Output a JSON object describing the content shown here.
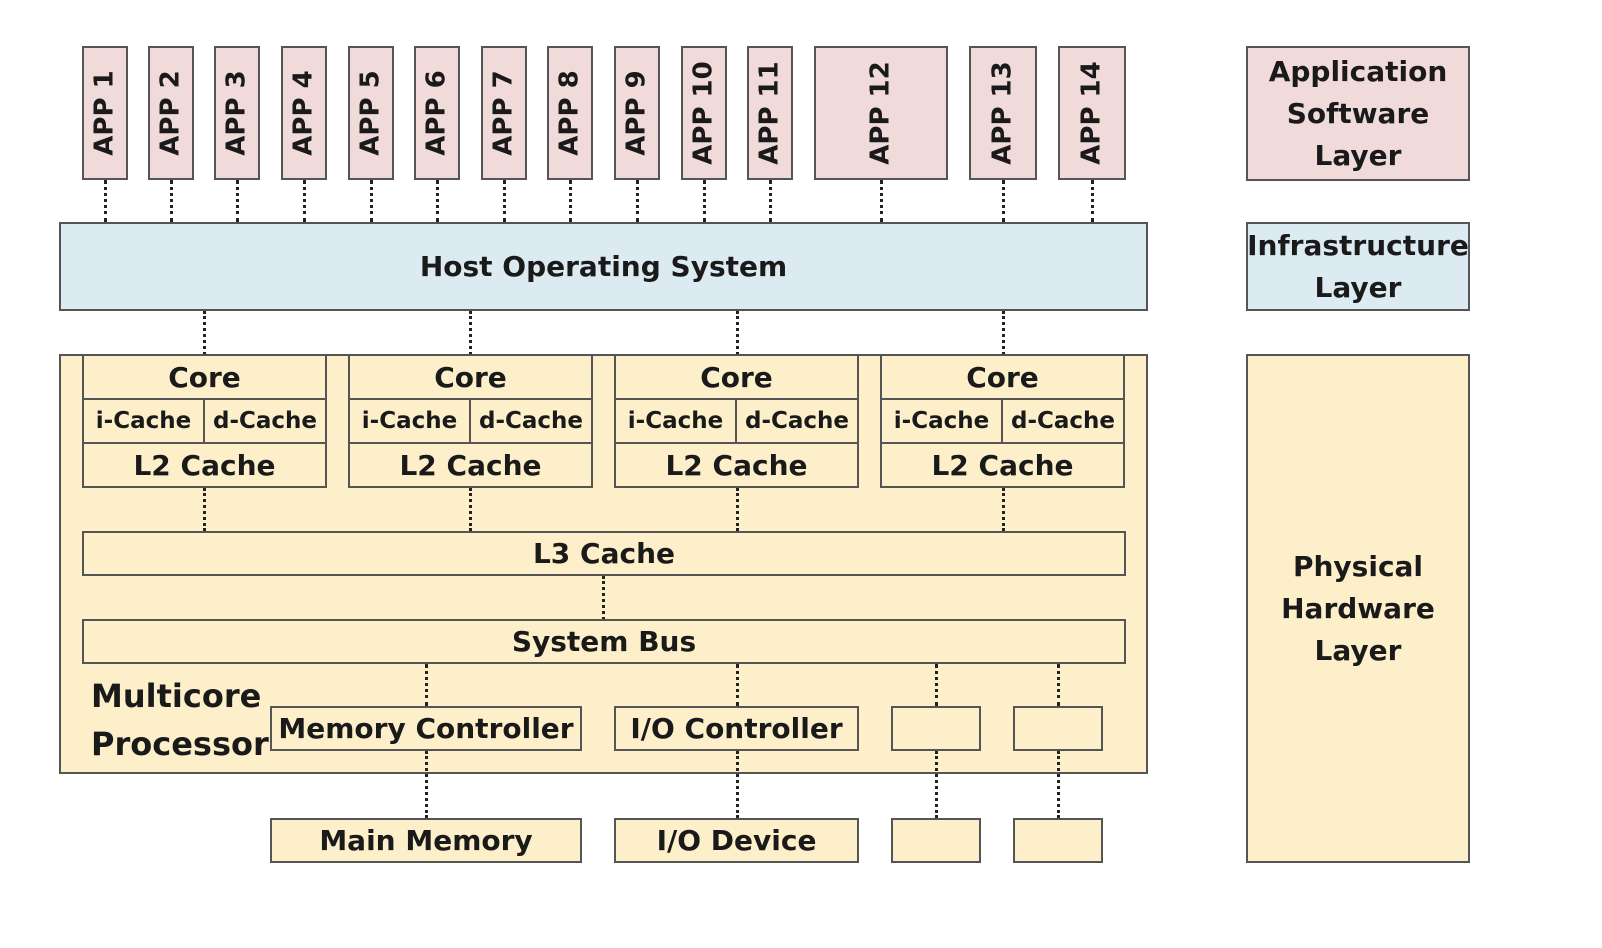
{
  "apps": [
    "APP 1",
    "APP 2",
    "APP 3",
    "APP 4",
    "APP 5",
    "APP 6",
    "APP 7",
    "APP 8",
    "APP 9",
    "APP 10",
    "APP 11",
    "APP 12",
    "APP 13",
    "APP 14"
  ],
  "host_os": "Host Operating System",
  "cores": [
    {
      "core": "Core",
      "icache": "i-Cache",
      "dcache": "d-Cache",
      "l2": "L2 Cache"
    },
    {
      "core": "Core",
      "icache": "i-Cache",
      "dcache": "d-Cache",
      "l2": "L2 Cache"
    },
    {
      "core": "Core",
      "icache": "i-Cache",
      "dcache": "d-Cache",
      "l2": "L2 Cache"
    },
    {
      "core": "Core",
      "icache": "i-Cache",
      "dcache": "d-Cache",
      "l2": "L2 Cache"
    }
  ],
  "l3_cache": "L3 Cache",
  "system_bus": "System Bus",
  "multicore_label": [
    "Multicore",
    "Processor"
  ],
  "memory_controller": "Memory Controller",
  "io_controller": "I/O Controller",
  "main_memory": "Main Memory",
  "io_device": "I/O Device",
  "layers": {
    "application": [
      "Application",
      "Software",
      "Layer"
    ],
    "infrastructure": [
      "Infrastructure",
      "Layer"
    ],
    "hardware": [
      "Physical",
      "Hardware",
      "Layer"
    ]
  },
  "colors": {
    "application": "#f0dada",
    "infrastructure": "#dceaf2",
    "hardware": "#fcefc9"
  }
}
